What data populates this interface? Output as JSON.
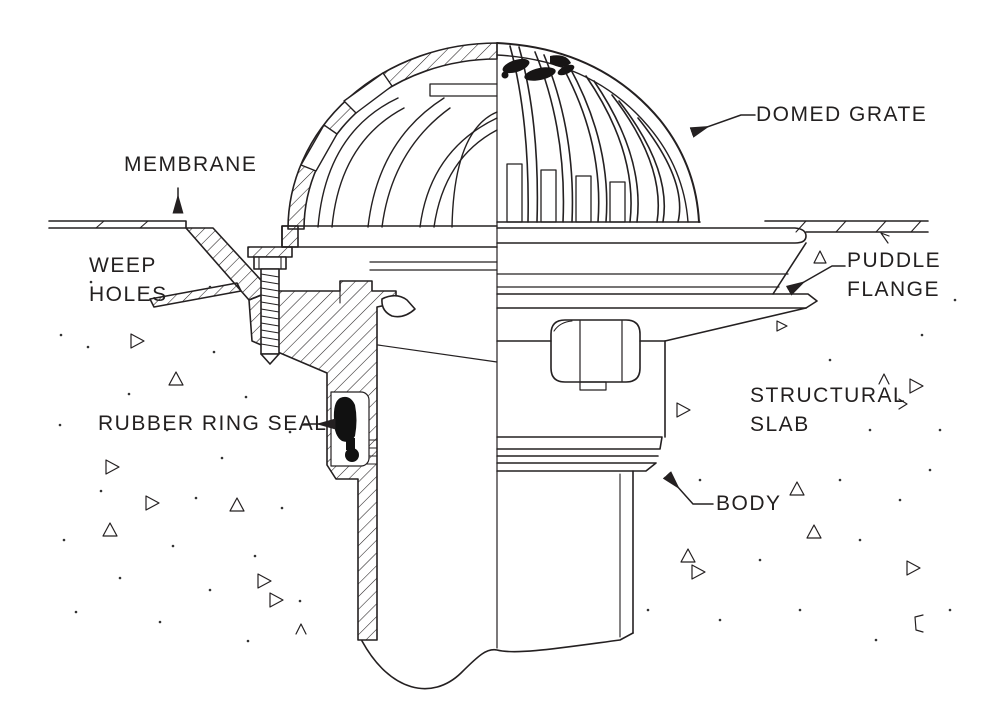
{
  "diagram": {
    "title": "Roof drain cross-section technical drawing",
    "colors": {
      "background": "#ffffff",
      "line": "#242021",
      "seal_fill": "#111111"
    },
    "labels": {
      "membrane": "MEMBRANE",
      "weep_holes": "WEEP\nHOLES",
      "rubber_ring_seal": "RUBBER RING SEAL",
      "domed_grate": "DOMED GRATE",
      "puddle_flange": "PUDDLE\nFLANGE",
      "structural_slab": "STRUCTURAL\nSLAB",
      "body": "BODY"
    }
  }
}
